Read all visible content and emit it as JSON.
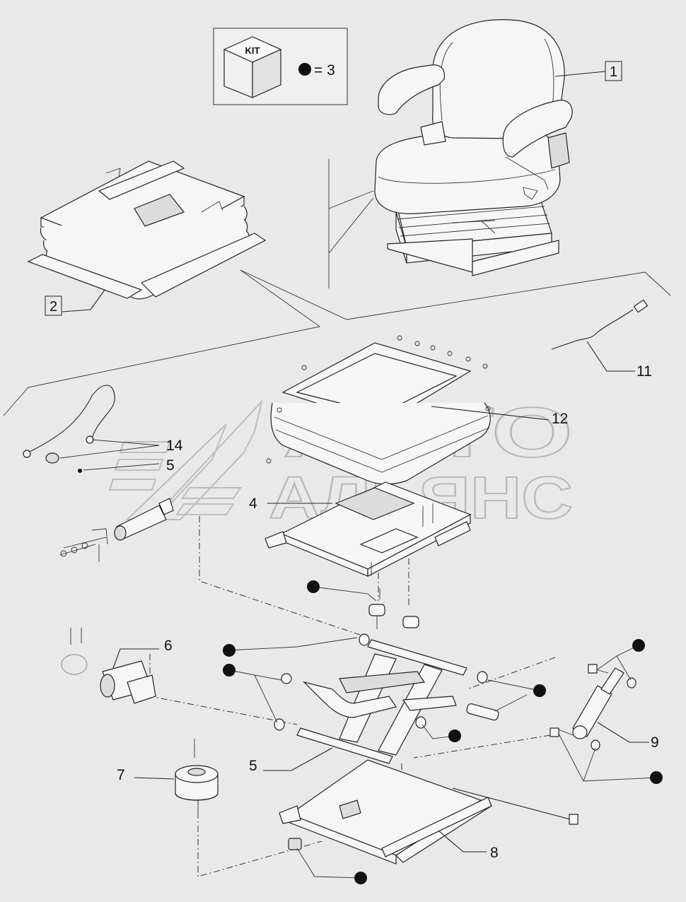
{
  "kit_legend": {
    "kit_label": "KIT",
    "equals_text": "= 3",
    "symbol": "filled-circle"
  },
  "callouts": {
    "c1": "1",
    "c2": "2",
    "c4": "4",
    "c5a": "5",
    "c5b": "5",
    "c6": "6",
    "c7": "7",
    "c8": "8",
    "c9": "9",
    "c11": "11",
    "c12": "12",
    "c14": "14"
  },
  "watermark": {
    "line1": "АВТО",
    "line2": "АЛЬЯНС"
  },
  "colors": {
    "background": "#e9e9e9",
    "ink": "#111111",
    "watermark": "#b9b9b9"
  }
}
